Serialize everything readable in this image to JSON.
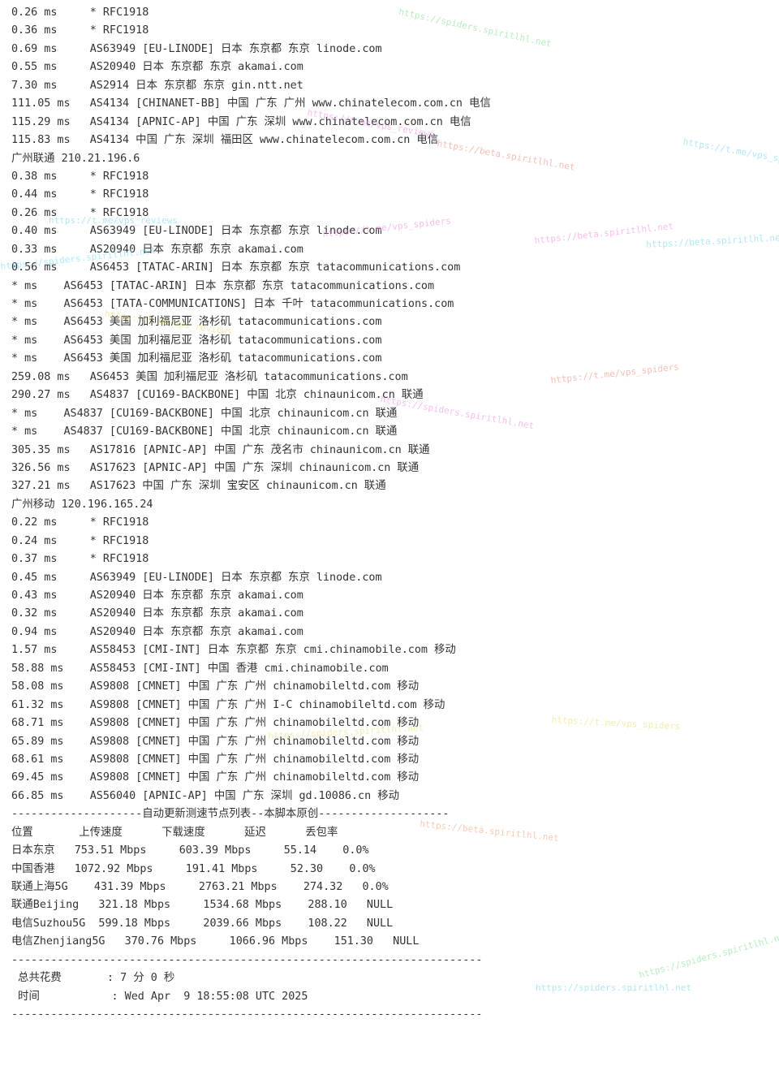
{
  "terminal": {
    "lines": [
      "0.26 ms     * RFC1918",
      "0.36 ms     * RFC1918",
      "0.69 ms     AS63949 [EU-LINODE] 日本 东京都 东京 linode.com",
      "0.55 ms     AS20940 日本 东京都 东京 akamai.com",
      "7.30 ms     AS2914 日本 东京都 东京 gin.ntt.net",
      "111.05 ms   AS4134 [CHINANET-BB] 中国 广东 广州 www.chinatelecom.com.cn 电信",
      "115.29 ms   AS4134 [APNIC-AP] 中国 广东 深圳 www.chinatelecom.com.cn 电信",
      "115.83 ms   AS4134 中国 广东 深圳 福田区 www.chinatelecom.com.cn 电信",
      "广州联通 210.21.196.6",
      "0.38 ms     * RFC1918",
      "0.44 ms     * RFC1918",
      "0.26 ms     * RFC1918",
      "0.40 ms     AS63949 [EU-LINODE] 日本 东京都 东京 linode.com",
      "0.33 ms     AS20940 日本 东京都 东京 akamai.com",
      "0.56 ms     AS6453 [TATAC-ARIN] 日本 东京都 东京 tatacommunications.com",
      "* ms    AS6453 [TATAC-ARIN] 日本 东京都 东京 tatacommunications.com",
      "* ms    AS6453 [TATA-COMMUNICATIONS] 日本 千叶 tatacommunications.com",
      "* ms    AS6453 美国 加利福尼亚 洛杉矶 tatacommunications.com",
      "* ms    AS6453 美国 加利福尼亚 洛杉矶 tatacommunications.com",
      "* ms    AS6453 美国 加利福尼亚 洛杉矶 tatacommunications.com",
      "259.08 ms   AS6453 美国 加利福尼亚 洛杉矶 tatacommunications.com",
      "290.27 ms   AS4837 [CU169-BACKBONE] 中国 北京 chinaunicom.cn 联通",
      "* ms    AS4837 [CU169-BACKBONE] 中国 北京 chinaunicom.cn 联通",
      "* ms    AS4837 [CU169-BACKBONE] 中国 北京 chinaunicom.cn 联通",
      "305.35 ms   AS17816 [APNIC-AP] 中国 广东 茂名市 chinaunicom.cn 联通",
      "326.56 ms   AS17623 [APNIC-AP] 中国 广东 深圳 chinaunicom.cn 联通",
      "327.21 ms   AS17623 中国 广东 深圳 宝安区 chinaunicom.cn 联通",
      "广州移动 120.196.165.24",
      "0.22 ms     * RFC1918",
      "0.24 ms     * RFC1918",
      "0.37 ms     * RFC1918",
      "0.45 ms     AS63949 [EU-LINODE] 日本 东京都 东京 linode.com",
      "0.43 ms     AS20940 日本 东京都 东京 akamai.com",
      "0.32 ms     AS20940 日本 东京都 东京 akamai.com",
      "0.94 ms     AS20940 日本 东京都 东京 akamai.com",
      "1.57 ms     AS58453 [CMI-INT] 日本 东京都 东京 cmi.chinamobile.com 移动",
      "58.88 ms    AS58453 [CMI-INT] 中国 香港 cmi.chinamobile.com",
      "58.08 ms    AS9808 [CMNET] 中国 广东 广州 chinamobileltd.com 移动",
      "61.32 ms    AS9808 [CMNET] 中国 广东 广州 I-C chinamobileltd.com 移动",
      "68.71 ms    AS9808 [CMNET] 中国 广东 广州 chinamobileltd.com 移动",
      "65.89 ms    AS9808 [CMNET] 中国 广东 广州 chinamobileltd.com 移动",
      "68.61 ms    AS9808 [CMNET] 中国 广东 广州 chinamobileltd.com 移动",
      "69.45 ms    AS9808 [CMNET] 中国 广东 广州 chinamobileltd.com 移动",
      "66.85 ms    AS56040 [APNIC-AP] 中国 广东 深圳 gd.10086.cn 移动",
      "--------------------自动更新测速节点列表--本脚本原创--------------------",
      "位置       上传速度      下载速度      延迟      丢包率",
      "日本东京   753.51 Mbps     603.39 Mbps     55.14    0.0%",
      "中国香港   1072.92 Mbps     191.41 Mbps     52.30    0.0%",
      "联通上海5G    431.39 Mbps     2763.21 Mbps    274.32   0.0%",
      "联通Beijing   321.18 Mbps     1534.68 Mbps    288.10   NULL",
      "电信Suzhou5G  599.18 Mbps     2039.66 Mbps    108.22   NULL",
      "电信Zhenjiang5G   370.76 Mbps     1066.96 Mbps    151.30   NULL",
      "------------------------------------------------------------------------",
      " 总共花费       : 7 分 0 秒",
      " 时间           : Wed Apr  9 18:55:08 UTC 2025",
      "------------------------------------------------------------------------"
    ]
  },
  "watermarks": [
    {
      "text": "https://spiders.spiritlhl.net",
      "color": "c0"
    },
    {
      "text": "https://t.me/vps_reviews",
      "color": "c1"
    },
    {
      "text": "https://beta.spiritlhl.net",
      "color": "c2"
    },
    {
      "text": "https://t.me/vps_spiders",
      "color": "c3"
    },
    {
      "text": "https://spiders.spiritlhl.net",
      "color": "c1"
    },
    {
      "text": "https://t.me/vps_reviews",
      "color": "c3"
    },
    {
      "text": "https://beta.spiritlhl.net",
      "color": "c1"
    },
    {
      "text": "https://t.me/vps_spiders",
      "color": "c1"
    },
    {
      "text": "https://beta.spiritlhl.net",
      "color": "c3"
    },
    {
      "text": "https://spiders.spiritlhl.net",
      "color": "c3"
    },
    {
      "text": "https://t.me/vps_spiders",
      "color": "c2"
    },
    {
      "text": "https://t.me/vps_reviews",
      "color": "c4"
    },
    {
      "text": "https://beta.spiritlhl.net",
      "color": "c5"
    },
    {
      "text": "https://spiders.spiritlhl.net",
      "color": "c4"
    },
    {
      "text": "https://t.me/vps_spiders",
      "color": "c4"
    },
    {
      "text": "https://spiders.spiritlhl.net",
      "color": "c0"
    },
    {
      "text": "https://spiders.spiritlhl.net",
      "color": "c3"
    }
  ]
}
